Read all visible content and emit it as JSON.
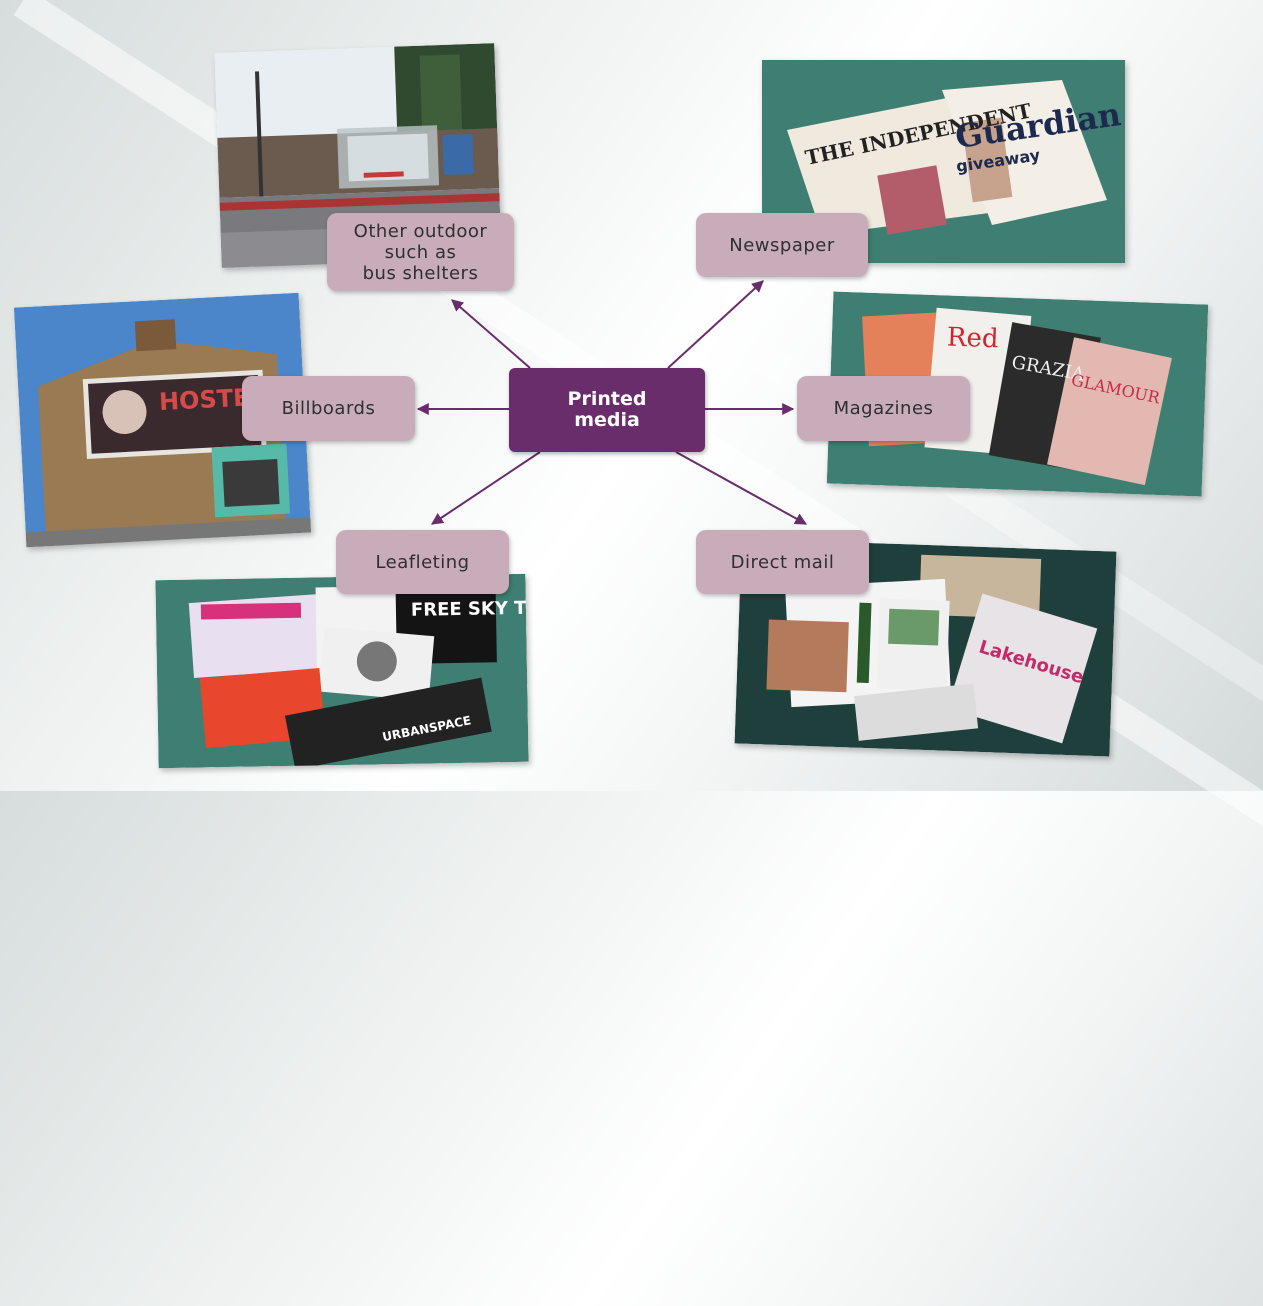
{
  "center_label": "Printed\nmedia",
  "nodes": {
    "outdoor": "Other outdoor\nsuch as\nbus shelters",
    "newspaper": "Newspaper",
    "billboards": "Billboards",
    "magazines": "Magazines",
    "leafleting": "Leafleting",
    "direct_mail": "Direct mail"
  },
  "photo_text": {
    "newspaper_1": "THE INDEPENDENT",
    "newspaper_2": "Guardian",
    "newspaper_3": "giveaway",
    "magazine_1": "Red",
    "magazine_2": "GRAZIA",
    "magazine_3": "GLAMOUR",
    "billboard": "HOSTEL",
    "leaflet_1": "FREE SKY TV",
    "leaflet_2": "URBANSPACE",
    "mail_1": "Lakehouse"
  },
  "colors": {
    "center": "#6a2d6c",
    "node": "#c9acba",
    "arrow": "#6a2d6c"
  }
}
